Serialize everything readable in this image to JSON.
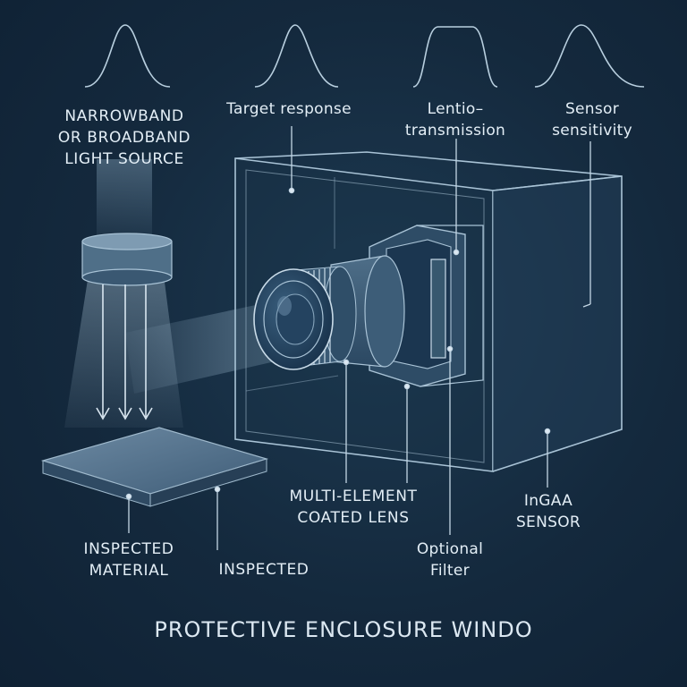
{
  "labels": {
    "light_source": [
      "NARROWBAND",
      "OR BROADBAND",
      "LIGHT SOURCE"
    ],
    "target_response": "Target response",
    "lens_transmission": [
      "Lentio–",
      "transmission"
    ],
    "sensor_sensitivity": [
      "Sensor",
      "sensitivity"
    ],
    "lens": [
      "MULTI-ELEMENT",
      "COATED LENS"
    ],
    "sensor": [
      "InGAA",
      "SENSOR"
    ],
    "filter": [
      "Optional",
      "Filter"
    ],
    "material": [
      "INSPECTED",
      "MATERIAL"
    ],
    "inspected": "INSPECTED"
  },
  "title": "PROTECTIVE ENCLOSURE WINDO",
  "colors": {
    "background": "#13283c",
    "line": "#a9c3d6",
    "text": "#e3eef6"
  },
  "icons": [
    "bell-curve-icon",
    "flat-top-curve-icon",
    "light-beam",
    "camera-lens",
    "enclosure-box"
  ]
}
